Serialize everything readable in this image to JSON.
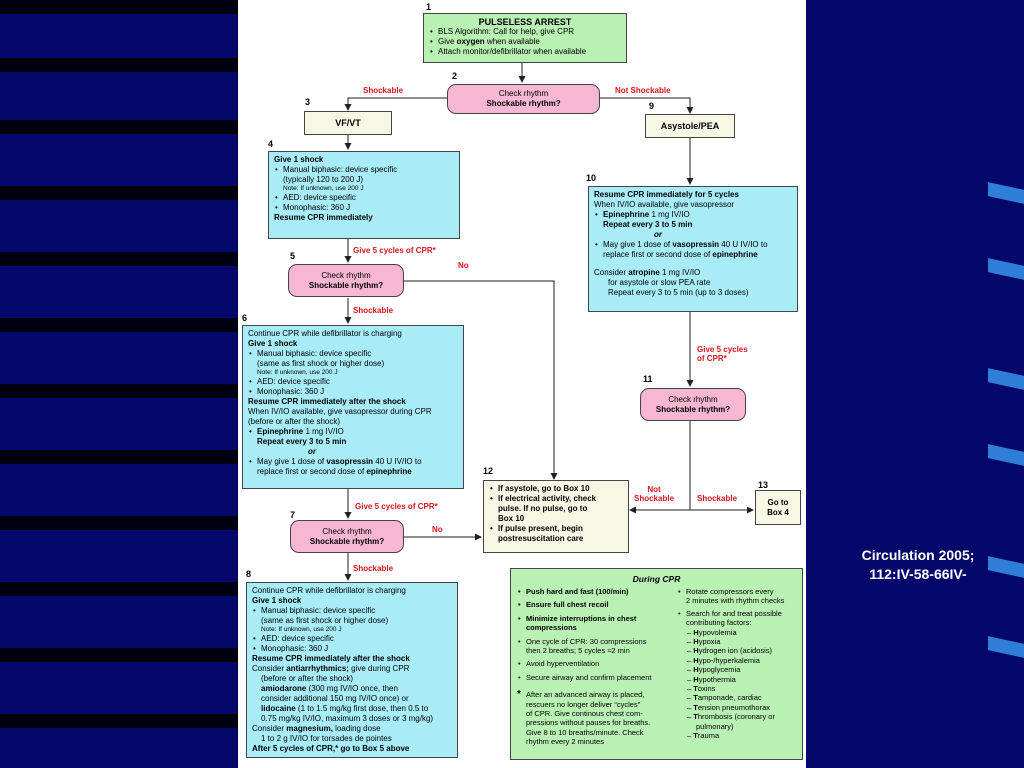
{
  "citation": [
    "Circulation 2005;",
    "112:IV-58-66IV-"
  ],
  "box_numbers": {
    "b1": "1",
    "b2": "2",
    "b3": "3",
    "b4": "4",
    "b5": "5",
    "b6": "6",
    "b7": "7",
    "b8": "8",
    "b9": "9",
    "b10": "10",
    "b11": "11",
    "b12": "12",
    "b13": "13"
  },
  "box1": {
    "title": "PULSELESS ARREST",
    "items": [
      "BLS Algorithm: Call for help, give CPR",
      "Give ",
      "oxygen",
      " when available",
      "Attach monitor/defibrillator when available"
    ]
  },
  "box2": {
    "line1": "Check rhythm",
    "line2": "Shockable rhythm?"
  },
  "box3": {
    "label": "VF/VT"
  },
  "box9": {
    "label": "Asystole/PEA"
  },
  "box4": {
    "title": "Give 1 shock",
    "l1": "Manual biphasic: device specific",
    "l2": "(typically 120 to 200 J)",
    "note": "Note: If unknown, use 200 J",
    "l3": "AED: device specific",
    "l4": "Monophasic: 360 J",
    "l5": "Resume CPR immediately"
  },
  "box5": {
    "line1": "Check rhythm",
    "line2": "Shockable rhythm?"
  },
  "box6": {
    "l1": "Continue CPR while defibrillator is charging",
    "l2": "Give 1 shock",
    "l3": "Manual biphasic: device specific",
    "l4": "(same as first shock or higher dose)",
    "note": "Note: If unknown, use 200 J",
    "l5": "AED: device specific",
    "l6": "Monophasic: 360 J",
    "l7": "Resume CPR immediately after the shock",
    "l8": "When IV/IO available, give vasopressor during CPR",
    "l9": "(before or after the shock)",
    "l10a": "Epinephrine",
    "l10b": " 1 mg IV/IO",
    "l11": "Repeat every 3 to 5 min",
    "or": "or",
    "l12a": "May give 1 dose of ",
    "l12b": "vasopressin",
    "l12c": " 40 U IV/IO to",
    "l13a": "replace first or second dose of ",
    "l13b": "epinephrine"
  },
  "box7": {
    "line1": "Check rhythm",
    "line2": "Shockable rhythm?"
  },
  "box8": {
    "l1": "Continue CPR while defibrillator is charging",
    "l2": "Give 1 shock",
    "l3": "Manual biphasic: device specific",
    "l4": "(same as first shock or higher dose)",
    "note": "Note: If unknown, use 200 J",
    "l5": "AED: device specific",
    "l6": "Monophasic: 360 J",
    "l7": "Resume CPR immediately after the shock",
    "l8a": "Consider ",
    "l8b": "antiarrhythmics;",
    "l8c": " give during CPR",
    "l9": "(before or after the shock)",
    "l10a": "amiodarone",
    "l10b": " (300 mg IV/IO once, then",
    "l11": "consider additional 150 mg IV/IO once) or",
    "l12a": "lidocaine",
    "l12b": " (1 to 1.5 mg/kg first dose, then 0.5 to",
    "l13": "0.75 mg/kg IV/IO, maximum 3 doses or 3 mg/kg)",
    "l14a": "Consider ",
    "l14b": "magnesium,",
    "l14c": " loading dose",
    "l15": "1 to 2 g IV/IO for torsades de pointes",
    "l16": "After 5 cycles of CPR,* go to Box 5 above"
  },
  "box10": {
    "l1": "Resume CPR immediately for 5 cycles",
    "l2": "When IV/IO available, give vasopressor",
    "l3a": "Epinephrine",
    "l3b": " 1 mg IV/IO",
    "l4": "Repeat every 3 to 5 min",
    "or": "or",
    "l5a": "May give 1 dose of ",
    "l5b": "vasopressin",
    "l5c": " 40 U IV/IO to",
    "l6a": "replace first or second dose of ",
    "l6b": "epinephrine",
    "l7a": "Consider ",
    "l7b": "atropine",
    "l7c": " 1 mg IV/IO",
    "l8": "for asystole or slow PEA rate",
    "l9": "Repeat every 3 to 5 min (up to 3 doses)"
  },
  "box11": {
    "line1": "Check rhythm",
    "line2": "Shockable rhythm?"
  },
  "box12": {
    "l1": "If asystole, go to Box 10",
    "l2": "If electrical activity, check",
    "l3": "pulse. If no pulse, go to",
    "l4": "Box 10",
    "l5": "If pulse present, begin",
    "l6": "postresuscitation care"
  },
  "box13": {
    "l1": "Go to",
    "l2": "Box 4"
  },
  "labels": {
    "shockable_top": "Shockable",
    "not_shockable_top": "Not Shockable",
    "give5_a": "Give 5 cycles of CPR*",
    "no_5": "No",
    "shockable_5": "Shockable",
    "give5_b": "Give 5 cycles of CPR*",
    "no_7": "No",
    "shockable_7": "Shockable",
    "give5_c1": "Give 5 cycles",
    "give5_c2": "of CPR*",
    "not_shockable_11a": "Not",
    "not_shockable_11b": "Shockable",
    "shockable_11": "Shockable"
  },
  "during_cpr": {
    "title": "During CPR",
    "left": [
      "Push hard and fast (100/min)",
      "Ensure full chest recoil",
      "Minimize interruptions in chest",
      "compressions",
      "One cycle of CPR: 30 compressions",
      "then 2 breaths; 5 cycles ≈2 min",
      "Avoid hyperventilation",
      "Secure airway and confirm placement"
    ],
    "star": "*",
    "footnote": [
      "After an advanced airway is placed,",
      "rescuers no longer deliver “cycles”",
      "of CPR. Give continous chest com-",
      "pressions without pauses for breaths.",
      "Give 8 to 10 breaths/minute. Check",
      "rhythm every 2 minutes"
    ],
    "right": [
      "Rotate compressors every",
      "2 minutes with rhythm checks",
      "Search for and treat possible",
      "contributing factors:"
    ],
    "factors": [
      [
        "H",
        "ypovolemia"
      ],
      [
        "H",
        "ypoxia"
      ],
      [
        "H",
        "ydrogen ion (acidosis)"
      ],
      [
        "H",
        "ypo-/hyperkalemia"
      ],
      [
        "H",
        "ypoglycemia"
      ],
      [
        "H",
        "ypothermia"
      ],
      [
        "T",
        "oxins"
      ],
      [
        "T",
        "amponade, cardiac"
      ],
      [
        "T",
        "ension pneumothorax"
      ],
      [
        "T",
        "hrombosis (coronary or"
      ],
      [
        "",
        "pulmonary)"
      ],
      [
        "T",
        "rauma"
      ]
    ]
  }
}
